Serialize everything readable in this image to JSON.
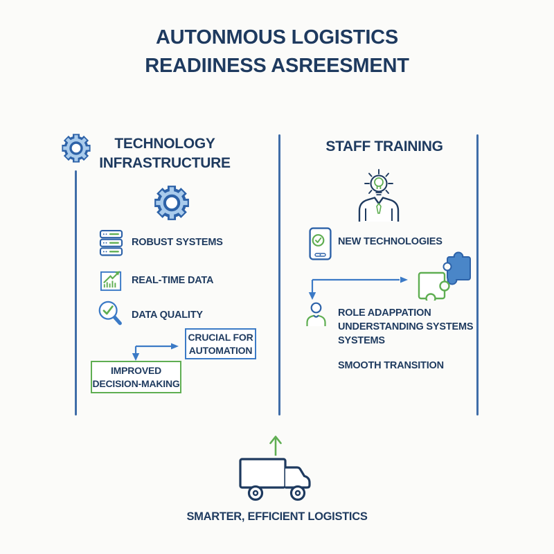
{
  "title": {
    "line1": "AUTONMOUS LOGISTICS",
    "line2": "READIINESS ASREESMENT"
  },
  "left": {
    "header_line1": "TECHNOLOGY",
    "header_line2": "INFRASTRUCTURE",
    "items": [
      {
        "icon": "server-stack-icon",
        "label": "ROBUST SYSTEMS"
      },
      {
        "icon": "chart-growth-icon",
        "label": "REAL-TIME DATA"
      },
      {
        "icon": "magnifier-check-icon",
        "label": "DATA QUALITY"
      }
    ],
    "crucial_line1": "CRUCIAL FOR",
    "crucial_line2": "AUTOMATION",
    "improved_line1": "IMPROVED",
    "improved_line2": "DECISION-MAKING"
  },
  "right": {
    "header": "STAFF TRAINING",
    "new_tech_label": "NEW TECHNOLOGIES",
    "role_label": "ROLE ADAPPATION",
    "understanding_line1": "UNDERSTANDING SYSTEMS",
    "understanding_line2": "SYSTEMS",
    "smooth_label": "SMOOTH TRANSITION"
  },
  "footer": {
    "caption": "SMARTER, EFFICIENT LOGISTICS"
  },
  "icons": {
    "left_header_icon": "gear-icon",
    "left_feature_icon": "gear-icon",
    "left_item_icons": [
      "server-stack-icon",
      "chart-growth-icon",
      "magnifier-check-icon"
    ],
    "right_feature_icon": "bulb-person-icon",
    "right_item_icons": [
      "tablet-check-icon",
      "person-icon"
    ],
    "connector_icon": "puzzle-pieces-icon",
    "footer_icons": [
      "up-arrow-icon",
      "truck-icon"
    ]
  },
  "colors": {
    "navy": "#1e3a5f",
    "blue": "#3b7ac6",
    "icon_stroke_blue": "#2d62a8",
    "light_blue_fill": "#a9cbec",
    "puzzle_blue_fill": "#4a86c8",
    "green": "#5fae52",
    "divider_blue": "#3f6da8",
    "background": "#fbfbf9"
  }
}
